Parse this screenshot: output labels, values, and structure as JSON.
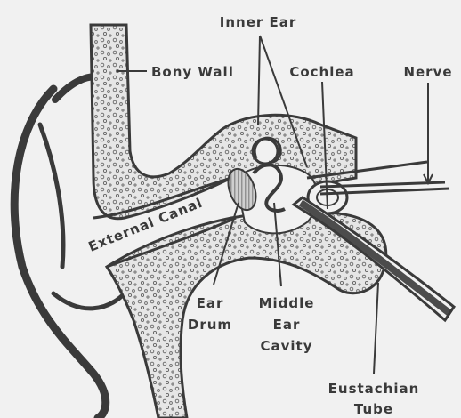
{
  "labels": {
    "inner_ear": "Inner Ear",
    "bony_wall": "Bony Wall",
    "cochlea": "Cochlea",
    "nerve": "Nerve",
    "external_canal": "External Canal",
    "ear_drum": [
      "Ear",
      "Drum"
    ],
    "middle_ear_cavity": [
      "Middle",
      "Ear",
      "Cavity"
    ],
    "eustachian_tube": [
      "Eustachian",
      "Tube"
    ]
  },
  "colors": {
    "background": "#f1f1f1",
    "ink": "#3a3a3a",
    "bone_fill": "#e6e6e6",
    "speckle": "#666666"
  }
}
